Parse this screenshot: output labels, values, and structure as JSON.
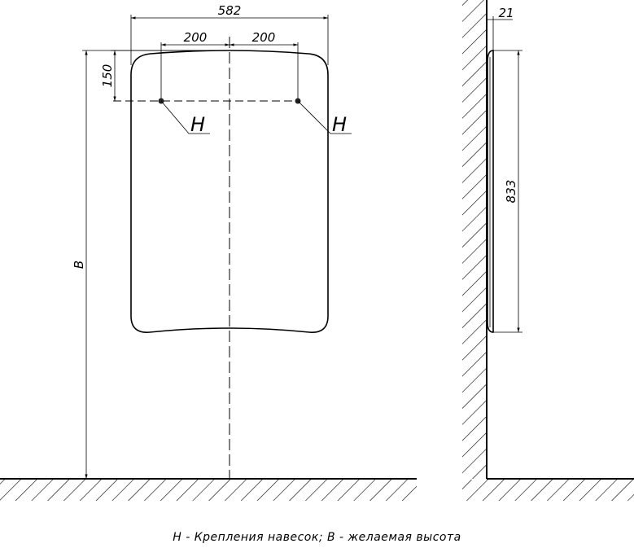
{
  "front_view": {
    "width_label": "582",
    "offset_left_label": "200",
    "offset_right_label": "200",
    "top_offset_label": "150",
    "height_label": "B",
    "mount_left_label": "H",
    "mount_right_label": "H"
  },
  "side_view": {
    "depth_label": "21",
    "height_label": "833"
  },
  "legend": {
    "text": "H - Крепления навесок; B - желаемая высота"
  }
}
